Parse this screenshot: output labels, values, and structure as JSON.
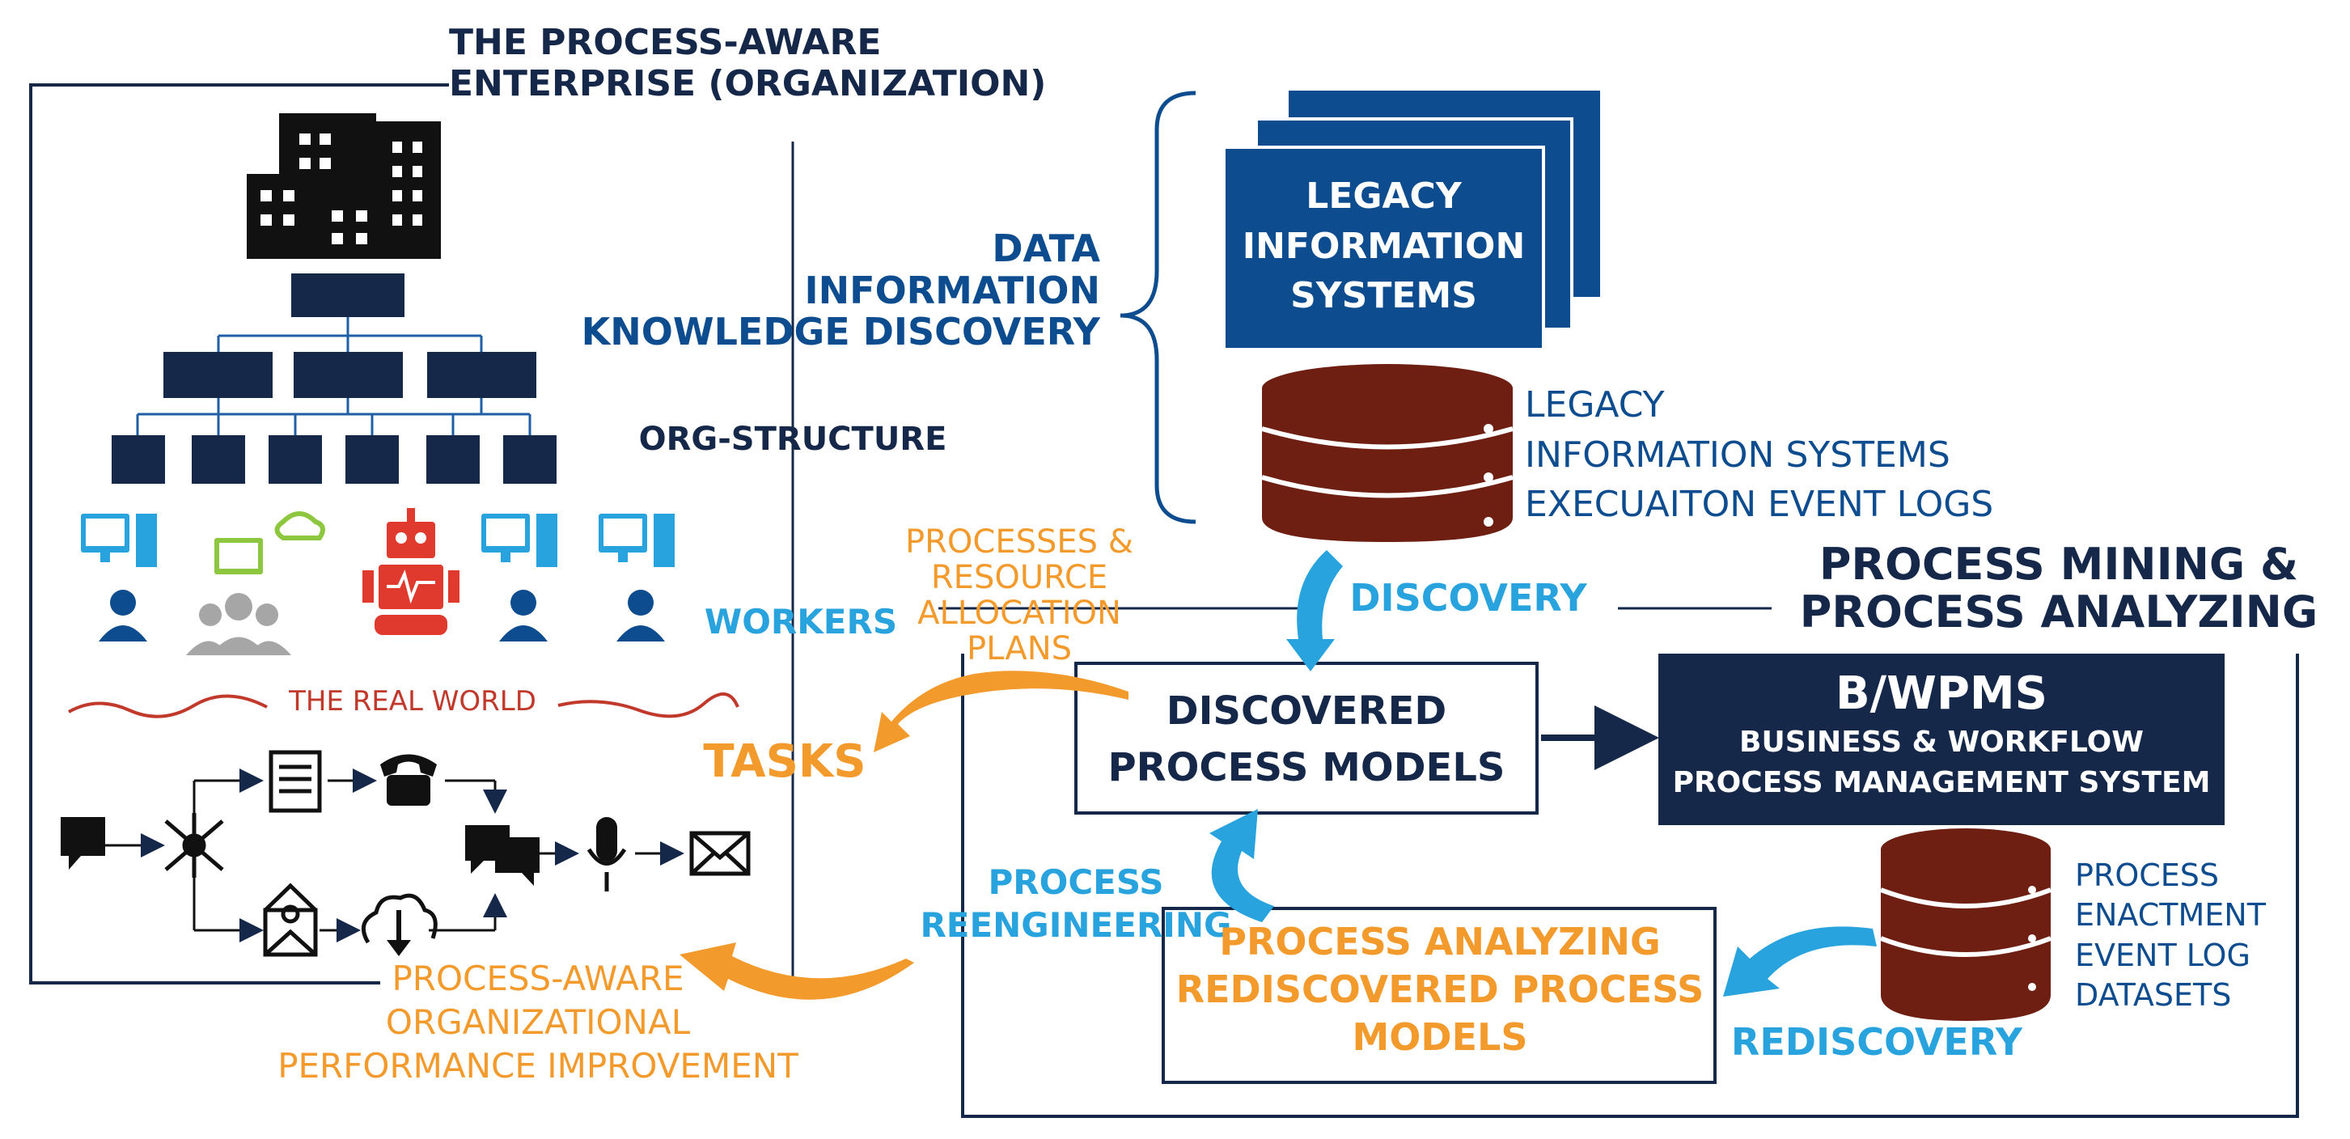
{
  "colors": {
    "navy": "#16284a",
    "blue": "#0d4d8f",
    "cyan": "#29a3dd",
    "orange": "#f39a2c",
    "database": "#6e1f12",
    "real_world_line": "#c0392b"
  },
  "title": {
    "line1": "THE PROCESS-AWARE",
    "line2": "ENTERPRISE (ORGANIZATION)"
  },
  "labels": {
    "data_discovery": {
      "line1": "DATA",
      "line2": "INFORMATION",
      "line3": "KNOWLEDGE DISCOVERY"
    },
    "org_structure": "ORG-STRUCTURE",
    "workers": "WORKERS",
    "processes_plans": {
      "line1": "PROCESSES &",
      "line2": "RESOURCE",
      "line3": "ALLOCATION",
      "line4": "PLANS"
    },
    "real_world": "THE REAL WORLD",
    "tasks": "TASKS",
    "improvement": {
      "line1": "PROCESS-AWARE",
      "line2": "ORGANIZATIONAL",
      "line3": "PERFORMANCE IMPROVEMENT"
    },
    "discovery": "DISCOVERY",
    "mining": {
      "line1": "PROCESS MINING &",
      "line2": "PROCESS ANALYZING"
    },
    "reengineering": {
      "line1": "PROCESS",
      "line2": "REENGINEERING"
    },
    "rediscovery": "REDISCOVERY"
  },
  "legacy_box": {
    "line1": "LEGACY",
    "line2": "INFORMATION",
    "line3": "SYSTEMS"
  },
  "legacy_db": {
    "line1": "LEGACY",
    "line2": "INFORMATION  SYSTEMS",
    "line3": "EXECUAITON EVENT LOGS"
  },
  "discovered_box": {
    "line1": "DISCOVERED",
    "line2": "PROCESS MODELS"
  },
  "bwpms_box": {
    "title": "B/WPMS",
    "line1": "BUSINESS & WORKFLOW",
    "line2": "PROCESS MANAGEMENT SYSTEM"
  },
  "analyzing_box": {
    "line1": "PROCESS ANALYZING",
    "line2": "REDISCOVERED PROCESS",
    "line3": "MODELS"
  },
  "enactment_db": {
    "line1": "PROCESS",
    "line2": "ENACTMENT",
    "line3": "EVENT LOG",
    "line4": "DATASETS"
  },
  "icons": {
    "enterprise": "office-buildings-icon",
    "workers": [
      "computer-operator-icon",
      "remote-team-icon",
      "robot-icon",
      "computer-operator-icon",
      "computer-operator-icon"
    ],
    "flow": [
      "chat-icon",
      "hub-icon",
      "document-icon",
      "telephone-icon",
      "conversation-icon",
      "email-open-icon",
      "cloud-download-icon",
      "microphone-icon",
      "envelope-icon"
    ]
  }
}
